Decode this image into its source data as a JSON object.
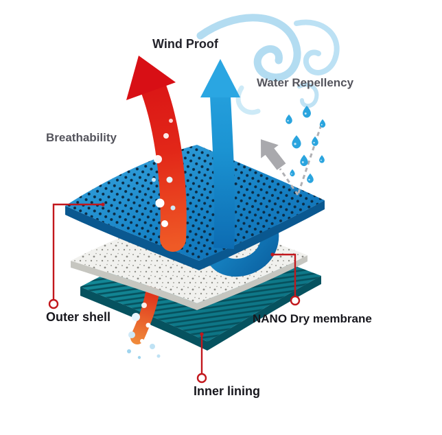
{
  "title": "Fabric layer technology diagram",
  "labels": {
    "wind_proof": "Wind Proof",
    "water_repellency": "Water Repellency",
    "breathability": "Breathability",
    "outer_shell": "Outer shell",
    "nano_dry_membrane": "NANO Dry membrane",
    "inner_lining": "Inner lining"
  },
  "colors": {
    "outer_shell_blue": "#1286cc",
    "outer_shell_dots": "#0b2b44",
    "membrane_white": "#f1f1ee",
    "inner_lining_teal": "#0f8596",
    "inner_lining_stripe": "#06505d",
    "breathability_arrow_red": "#df1a15",
    "wind_arrow_blue": "#1e9ad6",
    "wind_swirl_light_blue": "#a6d6ef",
    "repellency_gray": "#a9a9ad",
    "droplet_blue": "#2aa4de",
    "callout_red": "#c2171c",
    "label_dark": "#22222a",
    "label_gray": "#54545c"
  }
}
